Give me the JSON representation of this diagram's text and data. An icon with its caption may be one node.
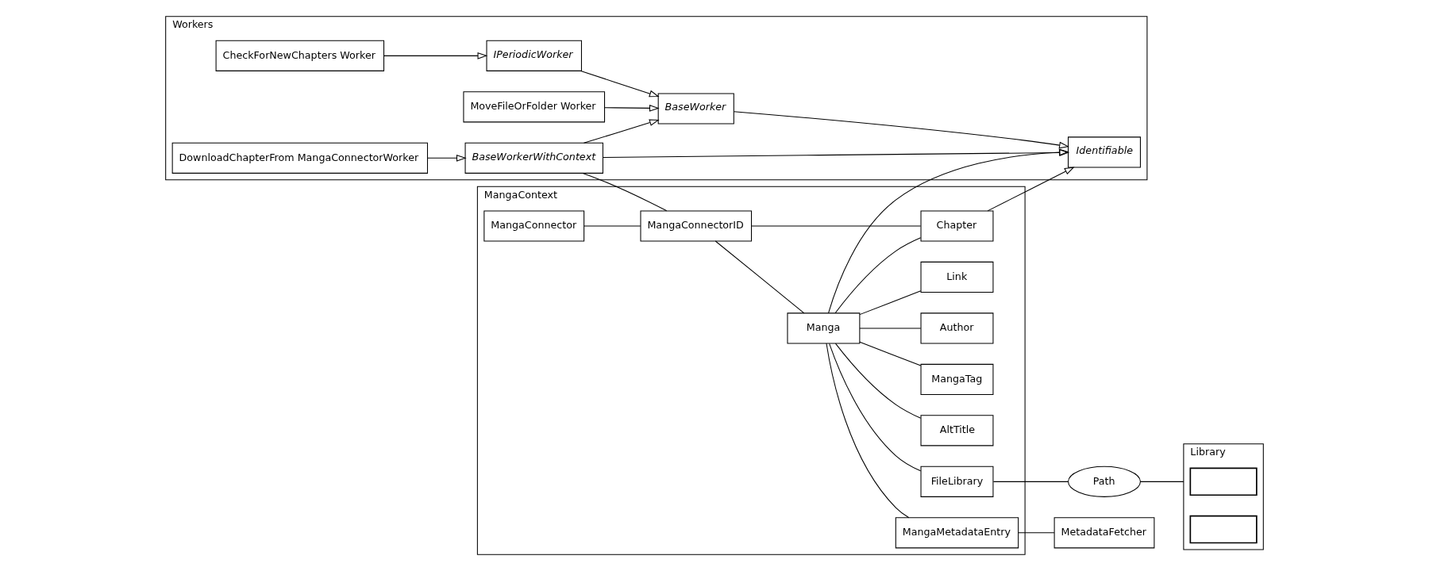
{
  "diagram": {
    "nodes": [
      {
        "text": [
          "Workers"
        ]
      },
      {
        "text": [
          "CheckForNewChapters Worker"
        ],
        "in": 0
      },
      {
        "text": [
          "MoveFileOrFolder Worker"
        ],
        "in": 0
      },
      {
        "text": [
          "DownloadChapterFrom MangaConnectorWorker"
        ],
        "in": 0
      },
      {
        "text": [
          "IPeriodicWorker"
        ],
        "in": 0
      },
      {
        "text": [
          "BaseWorker"
        ],
        "in": 0
      },
      {
        "text": [
          "BaseWorkerWithContext"
        ],
        "in": 0
      },
      {
        "text": [
          "Identifiable"
        ],
        "in": 0
      },
      {
        "text": [
          "MangaContext"
        ]
      },
      {
        "text": [
          "MangaConnector"
        ],
        "in": 8
      },
      {
        "text": [
          "MangaConnectorID"
        ],
        "in": 8
      },
      {
        "text": [
          "Manga"
        ],
        "in": 8
      },
      {
        "text": [
          "Chapter"
        ],
        "in": 8
      },
      {
        "text": [
          "AltTitle"
        ],
        "in": 8
      },
      {
        "text": [
          "MangaTag"
        ],
        "in": 8
      },
      {
        "text": [
          "Author"
        ],
        "in": 8
      },
      {
        "text": [
          "Link"
        ],
        "in": 8
      },
      {
        "text": [
          "FileLibrary"
        ],
        "in": 8
      },
      {
        "text": [
          "MangaMetadataEntry"
        ],
        "in": 8
      },
      {
        "text": [
          "Path"
        ]
      },
      {
        "text": [
          "MetadataFetcher"
        ]
      },
      {
        "text": [
          "Library"
        ]
      },
      {
        "text": [],
        "shape": "box",
        "in": 21
      },
      {
        "text": [],
        "shape": "box",
        "in": 21
      }
    ],
    "edges": [
      {
        "from": 1,
        "to": 4,
        "arrow": "to"
      },
      {
        "from": 2,
        "to": 5,
        "arrow": "to"
      },
      {
        "from": 3,
        "to": 6,
        "arrow": "to"
      },
      {
        "from": 4,
        "to": 5,
        "arrow": "to"
      },
      {
        "from": 6,
        "to": 5,
        "arrow": "to"
      },
      {
        "from": 6,
        "to": 7,
        "arrow": "to"
      },
      {
        "from": 5,
        "to": 7,
        "arrow": "to"
      },
      {
        "from": 6,
        "to": 10,
        "arrow": "none"
      },
      {
        "from": 9,
        "to": 10,
        "arrow": "none"
      },
      {
        "from": 10,
        "to": 11,
        "arrow": "none"
      },
      {
        "from": 10,
        "to": 12,
        "arrow": "none"
      },
      {
        "from": 11,
        "to": 7,
        "arrow": "to"
      },
      {
        "from": 12,
        "to": 7,
        "arrow": "to"
      },
      {
        "from": 11,
        "to": 12,
        "arrow": "none"
      },
      {
        "from": 11,
        "to": 13,
        "arrow": "none"
      },
      {
        "from": 11,
        "to": 14,
        "arrow": "none"
      },
      {
        "from": 11,
        "to": 15,
        "arrow": "none"
      },
      {
        "from": 11,
        "to": 16,
        "arrow": "none"
      },
      {
        "from": 11,
        "to": 17,
        "arrow": "none"
      },
      {
        "from": 11,
        "to": 18,
        "arrow": "none"
      },
      {
        "from": 17,
        "to": 19,
        "arrow": "none"
      },
      {
        "from": 19,
        "to": 21,
        "arrow": "none"
      },
      {
        "from": 18,
        "to": 20,
        "arrow": "none"
      }
    ]
  }
}
